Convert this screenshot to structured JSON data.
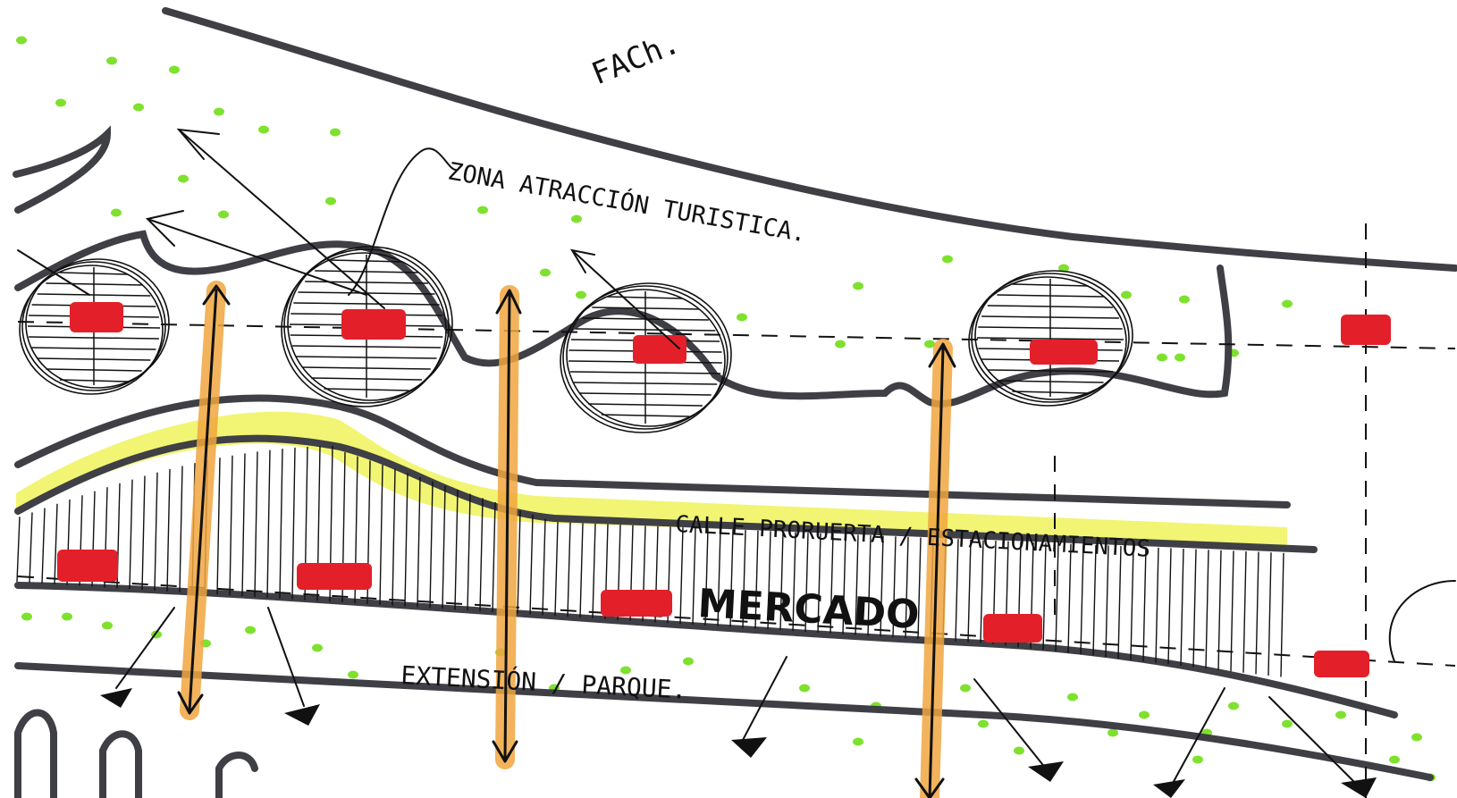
{
  "labels": {
    "fach": "FACh.",
    "zona": "ZONA ATRACCIÓN TURISTICA.",
    "calle": "CALLE PRORUERTA / ESTACIONAMIENTOS",
    "mercado": "MERCADO",
    "extension": "EXTENSIÓN / PARQUE."
  },
  "colors": {
    "ink": "#111111",
    "road": "#3f3f46",
    "green_dot": "#7ee12e",
    "red_block": "#e3202a",
    "orange_axis": "#f0a640",
    "yellow_band": "#eef35a"
  },
  "icons": {
    "hatched_node": "hatched-circle-icon",
    "axis": "double-arrow-icon",
    "pointer": "arrowhead-icon"
  }
}
